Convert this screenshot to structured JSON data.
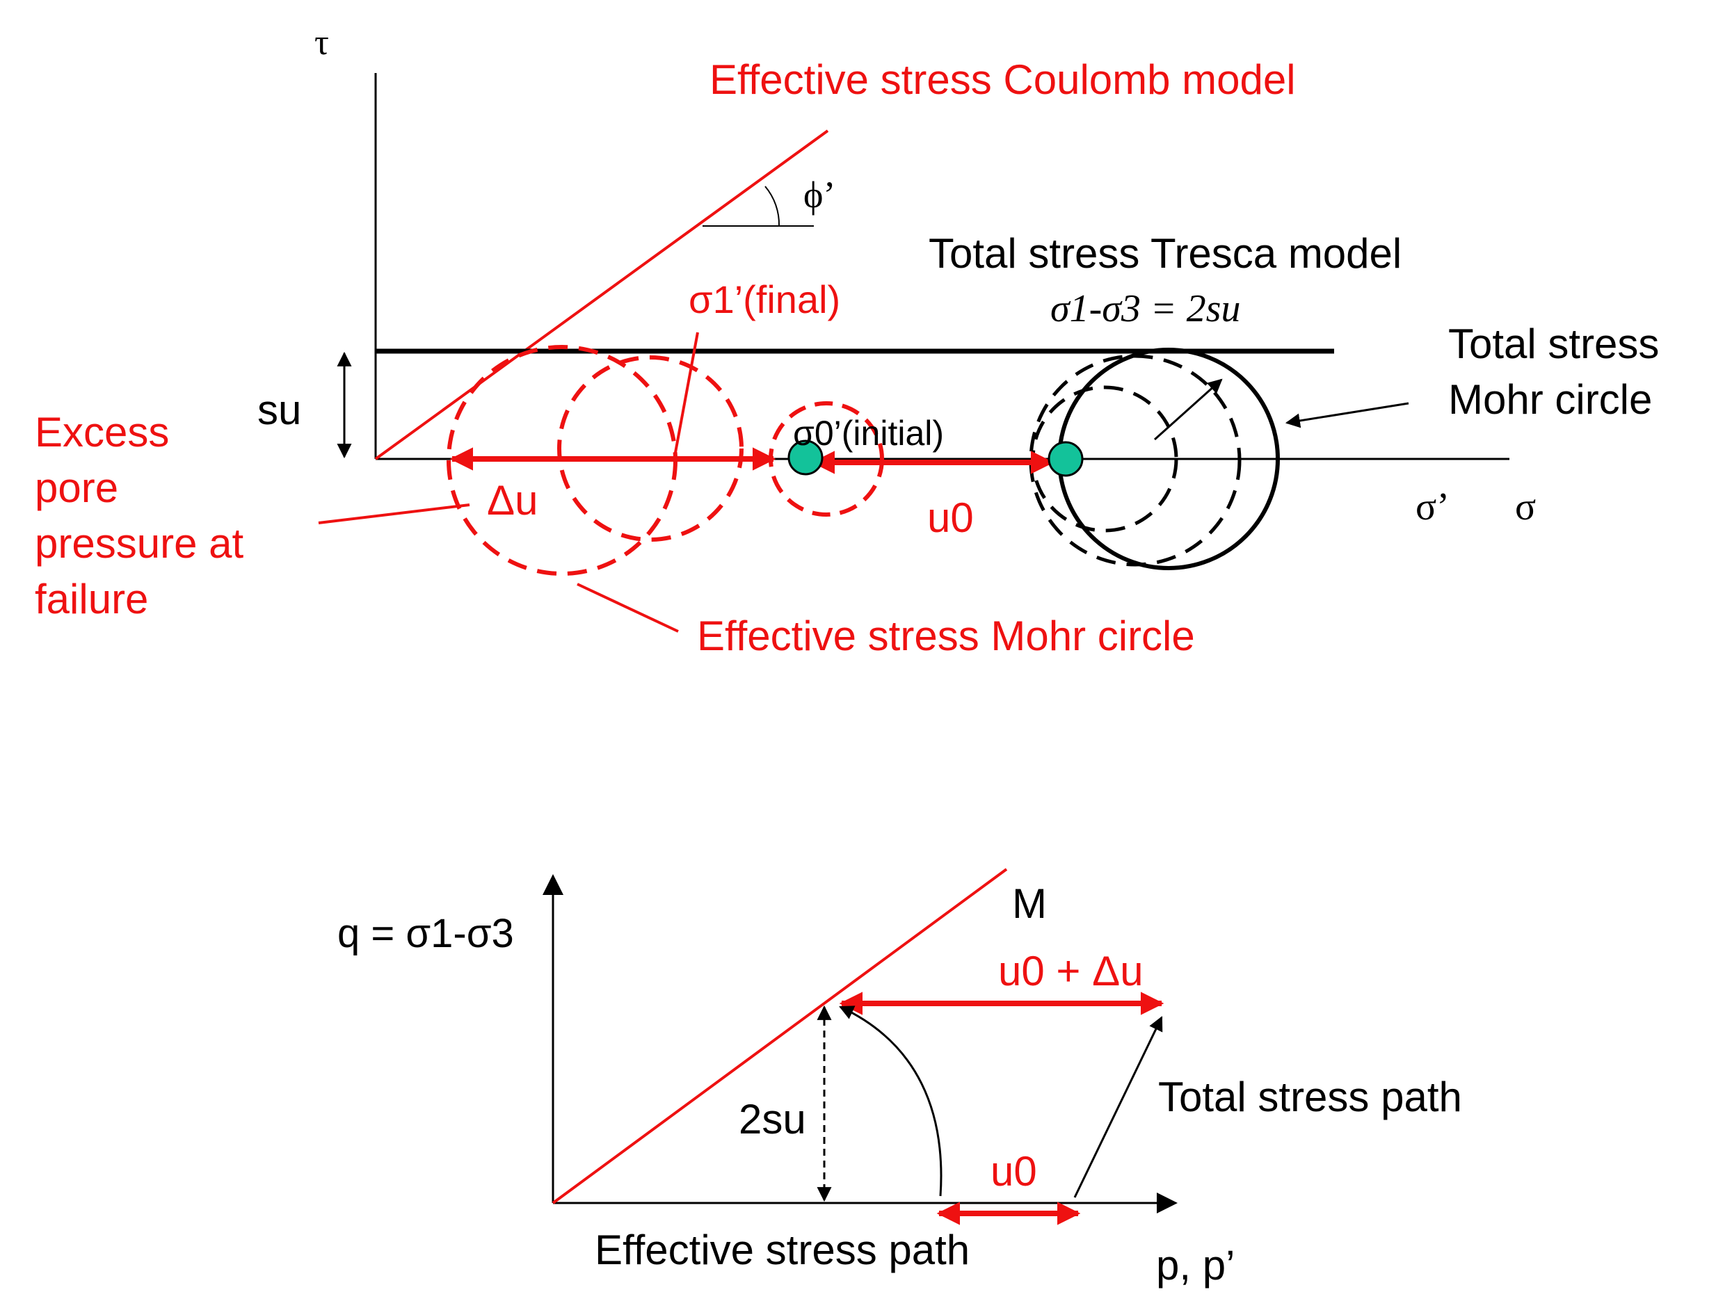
{
  "colors": {
    "accent": "#ee1111",
    "ink": "#000000",
    "point": "#13c29a"
  },
  "top_diagram": {
    "tau_label": "τ",
    "coulomb_label": "Effective stress Coulomb model",
    "phi_label": "ϕ’",
    "tresca_label": "Total stress Tresca model",
    "tresca_eq": "σ1-σ3 = 2su",
    "su_label": "su",
    "sigma1_final": "σ1’(final)",
    "sigma0_initial": "σ0’(initial)",
    "delta_u": "Δu",
    "u0": "u0",
    "excess_label": [
      "Excess",
      "pore",
      "pressure at",
      "failure"
    ],
    "mohr_total_label": [
      "Total stress",
      "Mohr circle"
    ],
    "mohr_eff_label": "Effective stress Mohr circle",
    "sigma_prime": "σ’",
    "sigma": "σ"
  },
  "bottom_diagram": {
    "q_label": "q = σ1-σ3",
    "m_label": "M",
    "u0_plus_du": "u0 + Δu",
    "total_path": "Total stress path",
    "two_su": "2su",
    "u0": "u0",
    "eff_path": "Effective stress path",
    "p_label": "p, p’"
  }
}
